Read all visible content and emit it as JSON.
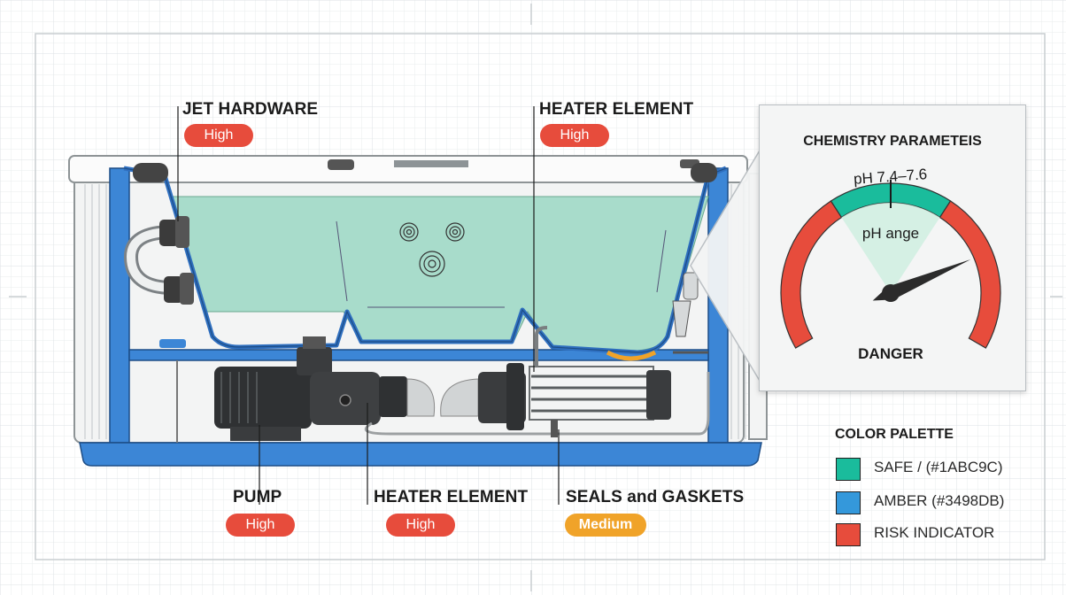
{
  "colors": {
    "safe": "#1ABC9C",
    "amber": "#3498DB",
    "risk": "#e74c3c",
    "medium": "#f0a329",
    "water": "#a8dccb"
  },
  "callouts": {
    "jet": {
      "label": "JET HARDWARE",
      "risk": "High"
    },
    "heater_top": {
      "label": "HEATER ELEMENT",
      "risk": "High"
    },
    "pump": {
      "label": "PUMP",
      "risk": "High"
    },
    "heater_bottom": {
      "label": "HEATER ELEMENT",
      "risk": "High"
    },
    "seals": {
      "label": "SEALS and GASKETS",
      "risk": "Medium"
    }
  },
  "chemistry": {
    "title": "CHEMISTRY PARAMETEIS",
    "range_label": "pH 7.4–7.6",
    "inner_label": "pH ange",
    "danger_label": "DANGER",
    "needle_fraction": 0.78
  },
  "palette": {
    "title": "COLOR PALETTE",
    "items": [
      {
        "label": "SAFE / (#1ABC9C)",
        "color": "#1ABC9C"
      },
      {
        "label": "AMBER (#3498DB)",
        "color": "#3498DB"
      },
      {
        "label": "RISK INDICATOR",
        "color": "#e74c3c"
      }
    ]
  }
}
